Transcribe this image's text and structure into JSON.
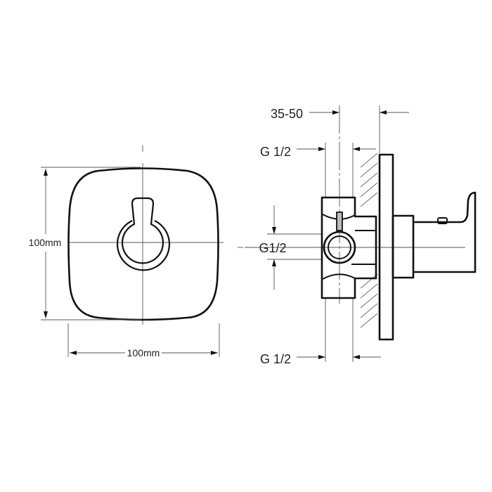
{
  "front_view": {
    "height_label": "100mm",
    "width_label": "100mm"
  },
  "side_view": {
    "depth_label": "35-50",
    "top_thread_label": "G 1/2",
    "middle_thread_label": "G1/2",
    "bottom_thread_label": "G 1/2"
  },
  "colors": {
    "line": "#111111",
    "dimension": "#555555",
    "background": "#ffffff"
  }
}
